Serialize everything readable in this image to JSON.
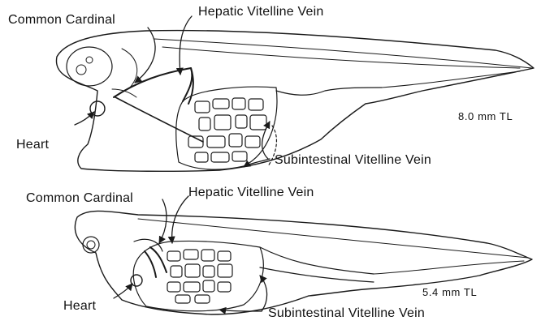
{
  "upper_figure": {
    "label_common_cardinal": "Common Cardinal",
    "label_hepatic_vitelline": "Hepatic Vitelline Vein",
    "label_heart": "Heart",
    "label_subintestinal": "Subintestinal Vitelline Vein",
    "size_label": "8.0 mm TL"
  },
  "lower_figure": {
    "label_common_cardinal": "Common Cardinal",
    "label_hepatic_vitelline": "Hepatic Vitelline Vein",
    "label_heart": "Heart",
    "label_subintestinal": "Subintestinal Vitelline Vein",
    "size_label": "5.4 mm TL"
  },
  "colors": {
    "ink": "#1a1a1a",
    "background": "#ffffff"
  }
}
